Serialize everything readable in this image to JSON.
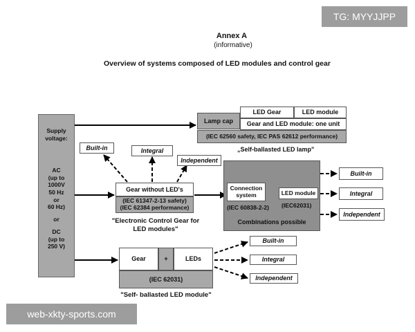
{
  "header": {
    "annex": "Annex A",
    "informative": "(informative)",
    "title": "Overview of systems composed of LED modules and control gear"
  },
  "supply": {
    "label": "Supply voltage:",
    "ac": "AC\n(up to\n1000V\n50 Hz\nor\n60 Hz)",
    "or": "or",
    "dc": "DC\n(up to\n250 V)"
  },
  "lamp": {
    "lamp_cap": "Lamp cap",
    "led_gear": "LED Gear",
    "led_module": "LED module",
    "one_unit": "Gear and LED module: one unit",
    "standards": "(IEC 62560 safety, IEC PAS 62612 performance)",
    "caption": "„Self-ballasted LED lamp\""
  },
  "ecg": {
    "builtin": "Built-in",
    "integral": "Integral",
    "independent": "Independent",
    "gear": "Gear without LED's",
    "standards": "(IEC 61347-2-13 safety)\n(IEC 62384 performance)",
    "caption": "\"Electronic Control Gear for\nLED modules\""
  },
  "combo": {
    "connection": "Connection\nsystem",
    "connection_std": "(IEC 60838-2-2)",
    "led_module": "LED module",
    "led_module_std": "(IEC62031)",
    "caption": "Combinations possible",
    "builtin": "Built-in",
    "integral": "Integral",
    "independent": "Independent"
  },
  "sbm": {
    "gear": "Gear",
    "plus": "+",
    "leds": "LEDs",
    "standard": "(IEC 62031)",
    "caption": "\"Self- ballasted LED module\"",
    "builtin": "Built-in",
    "integral": "Integral",
    "independent": "Independent"
  },
  "watermarks": {
    "top": "TG: MYYJJPP",
    "bottom": "web-xkty-sports.com"
  },
  "colors": {
    "gray": "#a8a8a8",
    "dark_gray": "#8f8f8f"
  }
}
